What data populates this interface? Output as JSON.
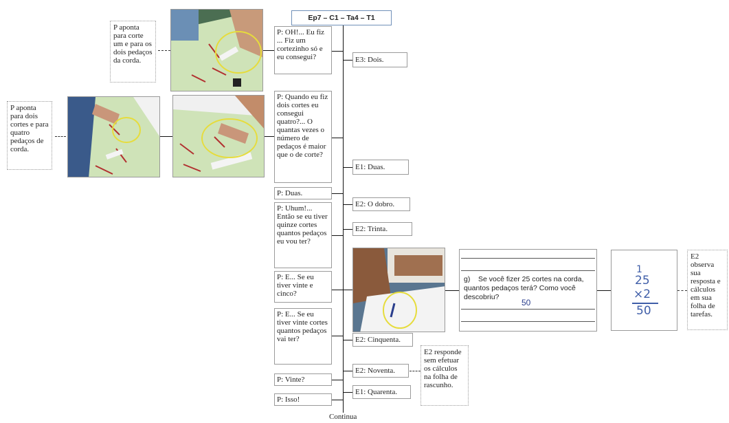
{
  "title": "Ep7 – C1 – Ta4 – T1",
  "footer": "Continua",
  "side_notes": {
    "note_top": "P aponta para corte um e para os dois pedaços da corda.",
    "note_mid": "P aponta para dois cortes e para quatro pedaços de corda.",
    "note_e2_answer": "E2 responde sem efetuar os cálculos na folha de rascunho.",
    "note_e2_observes": "E2 observa sua resposta e cálculos em sua folha de tarefas."
  },
  "p_utterances": [
    "P: OH!... Eu fiz ... Fiz um cortezinho só e eu consegui?",
    "P: Quando eu fiz dois cortes eu consegui quatro?... O quantas vezes o número de pedaços é maior que o de corte?",
    "P: Duas.",
    "P: Uhum!... Então se eu tiver quinze cortes quantos pedaços eu vou ter?",
    "P: E... Se eu tiver vinte e cinco?",
    "P: E... Se eu tiver vinte cortes quantos pedaços vai ter?",
    "P: Vinte?",
    "P: Isso!"
  ],
  "student_utterances": [
    "E3: Dois.",
    "E1: Duas.",
    "E2: O dobro.",
    "E2: Trinta.",
    "E2: Cinquenta.",
    "E2: Noventa.",
    "E1: Quarenta."
  ],
  "worksheet": {
    "item": "g)",
    "question": "Se você fizer 25 cortes na corda, quantos pedaços terá? Como você descobriu?",
    "answer": "50"
  },
  "calculation": {
    "carry": "1",
    "top": "25",
    "op": "×2",
    "result": "50"
  },
  "colors": {
    "title_border": "#6f8fb8",
    "highlight_circle": "#e6dc3c",
    "table_green": "#cfe3b8",
    "handwriting_blue": "#3f5ea8"
  }
}
